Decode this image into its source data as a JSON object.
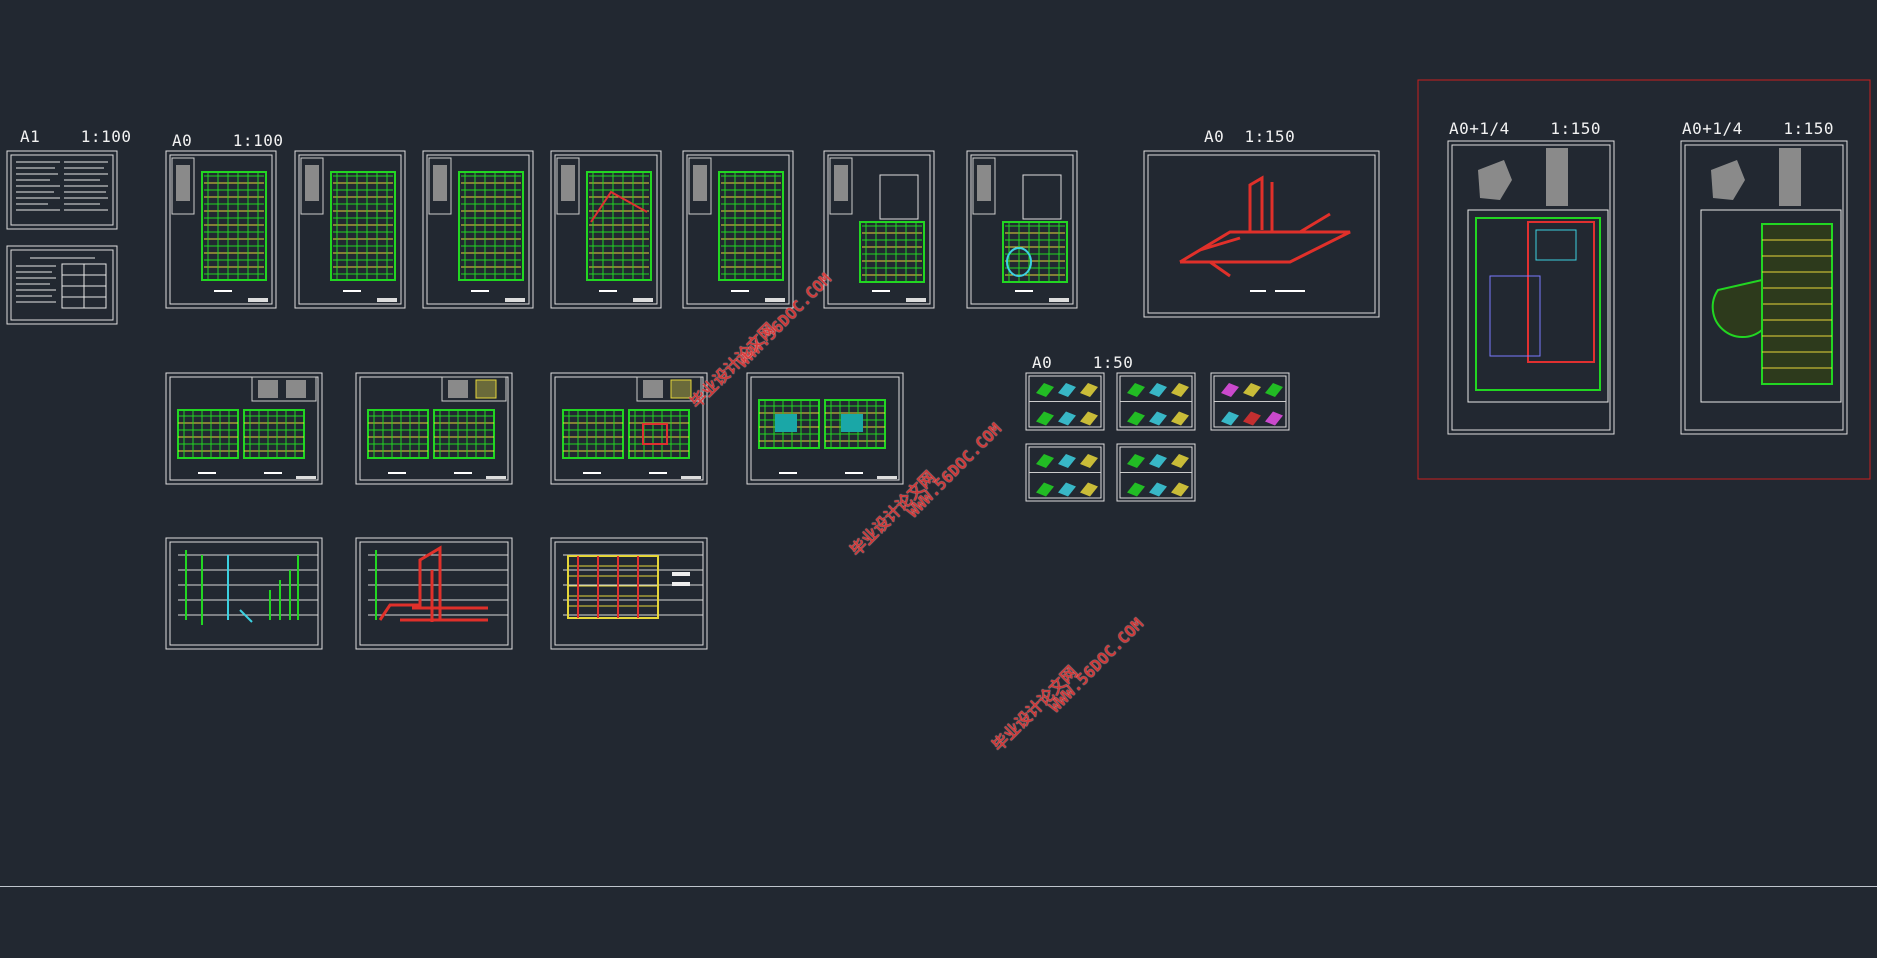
{
  "viewport": {
    "background": "#222831",
    "line_color": "#d9d9d9",
    "accent_red": "#c82020",
    "plan_green": "#22d622"
  },
  "labels": {
    "group_a1": "A1    1:100",
    "group_a0_plans": "A0    1:100",
    "group_a0_system": "A0  1:150",
    "group_a0_details": "A0    1:50",
    "group_a0q_left": "A0+1/4    1:150",
    "group_a0q_right": "A0+1/4    1:150"
  },
  "watermarks": [
    {
      "site": "WWW.56DOC.COM",
      "name": "毕业设计论文网"
    },
    {
      "site": "WWW.56DOC.COM",
      "name": "毕业设计论文网"
    },
    {
      "site": "WWW.56DOC.COM",
      "name": "毕业设计论文网"
    }
  ]
}
